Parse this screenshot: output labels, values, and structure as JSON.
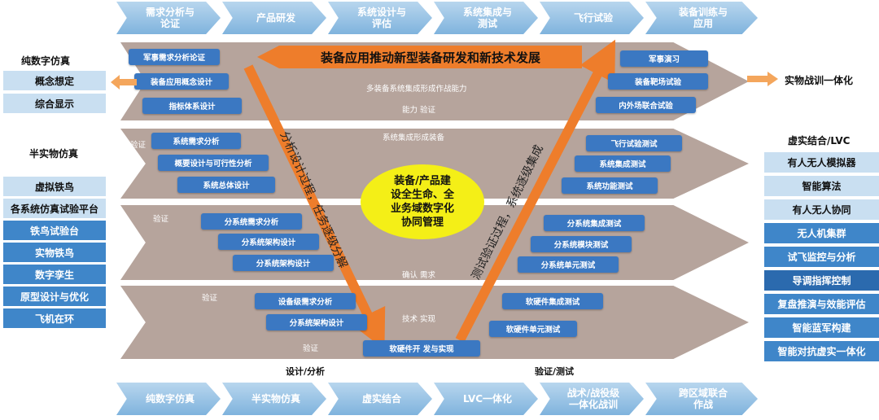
{
  "top_flow": [
    "需求分析与\n论证",
    "产品研发",
    "系统设计与\n评估",
    "系统集成与\n测试",
    "飞行试验",
    "装备训练与\n应用"
  ],
  "bottom_flow": [
    "纯数字仿真",
    "半实物仿真",
    "虚实结合",
    "LVC一体化",
    "战术/战役级\n一体化战训",
    "跨区域联合\n作战"
  ],
  "banner": "装备应用推动新型装备研发和新技术发展",
  "center": "装备/产品建\n设全生命、全\n业务域数字化\n协同管理",
  "left_diag": "分析设计过程，任务逐级分解",
  "right_diag": "测试验证过程，系统逐级集成",
  "band1": {
    "left": [
      "军事需求分析论证",
      "装备应用概念设计",
      "指标体系设计"
    ],
    "right": [
      "军事演习",
      "装备靶场试验",
      "内外场联合试验"
    ],
    "mid1": "多装备系统集成形成作战能力",
    "mid2": "能力 验证"
  },
  "band2": {
    "verify": "验证",
    "mid": "系统集成形成装备",
    "left": [
      "系统需求分析",
      "概要设计与可行性分析",
      "系统总体设计"
    ],
    "right": [
      "飞行试验测试",
      "系统集成测试",
      "系统功能测试"
    ]
  },
  "band3": {
    "verify": "验证",
    "mid": "确认 需求",
    "left": [
      "分系统需求分析",
      "分系统架构设计",
      "分系统架构设计"
    ],
    "right": [
      "分系统集成测试",
      "分系统模块测试",
      "分系统单元测试"
    ]
  },
  "band4": {
    "verify1": "验证",
    "verify2": "验证",
    "mid": "技术 实现",
    "left": [
      "设备级需求分析",
      "分系统架构设计"
    ],
    "right": [
      "软硬件集成测试",
      "软硬件单元测试"
    ],
    "bottom": "软硬件开 发与实现"
  },
  "design_label": "设计/分析",
  "test_label": "验证/测试",
  "left_panel": {
    "title1": "纯数字仿真",
    "boxes1": [
      "概念想定",
      "综合显示"
    ],
    "title2": "半实物仿真",
    "boxes2": [
      "虚拟铁鸟",
      "各系统仿真试验平台",
      "铁鸟试验台",
      "实物铁鸟",
      "数字孪生",
      "原型设计与优化",
      "飞机在环"
    ]
  },
  "right_panel": {
    "arrow_label": "实物战训一体化",
    "title": "虚实结合/LVC",
    "boxes": [
      "有人无人模拟器",
      "智能算法",
      "有人无人协同",
      "无人机集群",
      "试飞监控与分析",
      "导调指挥控制",
      "复盘推演与效能评估",
      "智能蓝军构建",
      "智能对抗虚实一体化"
    ]
  },
  "colors": {
    "accent": "#ee7d2b",
    "band": "#b6a49c",
    "blue": "#3b78c2",
    "yellow": "#f4ef17"
  }
}
